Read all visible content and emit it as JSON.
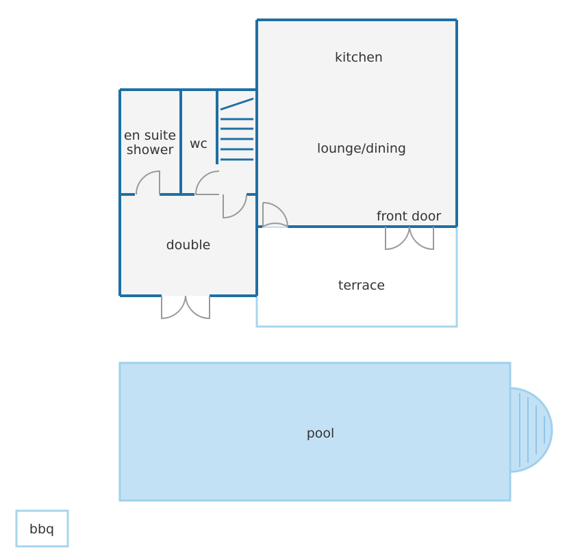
{
  "colors": {
    "wall": "#1e6fa3",
    "floor": "#f4f4f4",
    "outline": "#a8d4ee",
    "pool_fill": "#c3e1f5",
    "pool_stroke": "#9fd0ee",
    "door": "#999999",
    "text": "#333333"
  },
  "rooms": {
    "kitchen": "kitchen",
    "lounge": "lounge/dining",
    "front_door": "front door",
    "ensuite_line1": "en suite",
    "ensuite_line2": "shower",
    "wc": "wc",
    "double": "double",
    "terrace": "terrace",
    "pool": "pool",
    "bbq": "bbq"
  },
  "icons": {
    "stairs": "stairs-icon",
    "door": "door-swing-icon",
    "double_door": "double-door-icon",
    "pool_steps": "pool-steps-icon"
  }
}
